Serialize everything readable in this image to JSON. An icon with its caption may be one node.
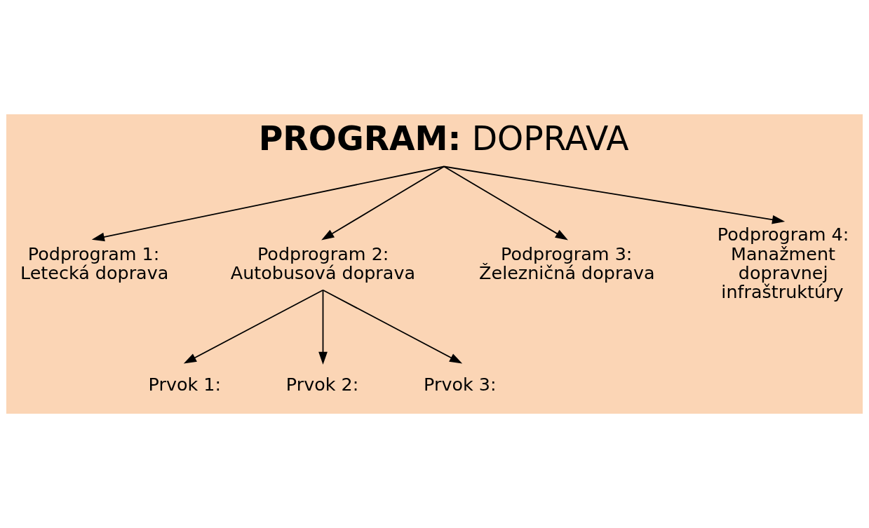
{
  "diagram": {
    "nodes": [
      {
        "text": [
          "**PROGRAM:** DOPRAVA"
        ]
      },
      {
        "text": [
          "Podprogram 1: Letecká doprava"
        ]
      },
      {
        "text": [
          "Podprogram 2: Autobusová doprava"
        ]
      },
      {
        "text": [
          "Podprogram 3: Železničná doprava"
        ]
      },
      {
        "text": [
          "Podprogram 4: Manažment dopravnej infraštruktúry"
        ]
      },
      {
        "text": [
          "Prvok 1:"
        ]
      },
      {
        "text": [
          "Prvok 2:"
        ]
      },
      {
        "text": [
          "Prvok 3:"
        ]
      }
    ],
    "edges": [
      {
        "from": 0,
        "to": 1,
        "arrow": "to"
      },
      {
        "from": 0,
        "to": 2,
        "arrow": "to"
      },
      {
        "from": 0,
        "to": 3,
        "arrow": "to"
      },
      {
        "from": 0,
        "to": 4,
        "arrow": "to"
      },
      {
        "from": 2,
        "to": 5,
        "arrow": "to"
      },
      {
        "from": 2,
        "to": 6,
        "arrow": "to"
      },
      {
        "from": 2,
        "to": 7,
        "arrow": "to"
      }
    ]
  }
}
